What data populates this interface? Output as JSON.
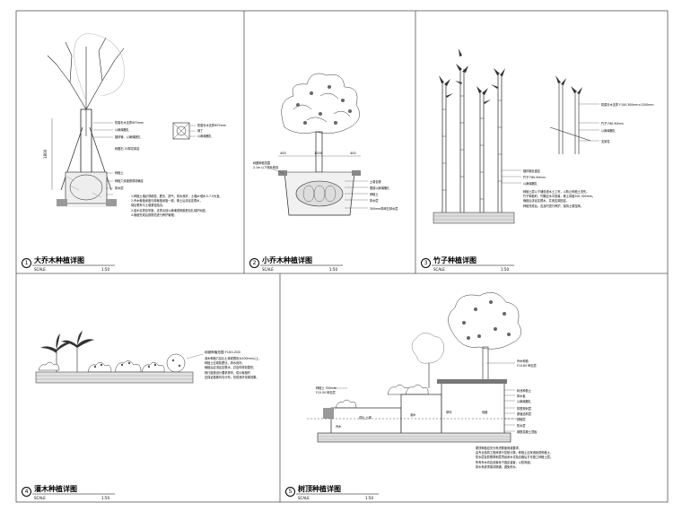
{
  "panels": [
    {
      "number": "1",
      "title": "大乔木种植详图",
      "scale": "1:50"
    },
    {
      "number": "2",
      "title": "小乔木种植详图",
      "scale": "1:50"
    },
    {
      "number": "3",
      "title": "竹子种植详图",
      "scale": "1:50"
    },
    {
      "number": "4",
      "title": "灌木种植详图",
      "scale": "1:50"
    },
    {
      "number": "5",
      "title": "树顶种植详图",
      "scale": "1:50"
    }
  ],
  "scale_prefix": "SCALE",
  "p1": {
    "labels": [
      "防腐杉木支撑Φ70mm",
      "以麻绳捆扎",
      "镀锌管，以麻绳捆扎",
      "树圈石 20厚花岗岩",
      "种植土",
      "种植穴深度按现场确定",
      "排水层"
    ],
    "dim": "1800",
    "inset_labels": [
      "防腐杉木支撑Φ70mm",
      "钢丁",
      "以麻绳捆扎"
    ],
    "notes": [
      "1.种植土壤必须疏松、肥沃、透气，排水良好，土壤pH值6.5-7.5为宜。",
      "2.乔木栽植深度与原栽植深度一致，覆土后浇足定根水，",
      "  保证根系与土壤紧密结合。",
      "3.苗木支撑应牢固，支撑点处以麻绳或橡胶垫包扎保护树皮。",
      "4.栽植完成后按规范进行养护管理。"
    ]
  },
  "p2": {
    "left_labels": [
      "树圈种植范围",
      "2.1m 以下枝叶修剪"
    ],
    "right_labels": [
      "土壤包裹",
      "根部以麻绳捆扎",
      "种植土",
      "排水层",
      "300mm厚碎石排水层"
    ],
    "dims": [
      "400",
      "1200",
      "400"
    ]
  },
  "p3": {
    "right_labels_top": [
      "防腐杉木支撑 F100-300mm×1200mm",
      "竹子 F80-90mm",
      "以麻绳捆扎",
      "支架柱"
    ],
    "mid_labels": [
      "镀锌钢丝固定",
      "竹子 F80-90mm",
      "以麻绳捆扎"
    ],
    "notes": [
      "种植土层以下铺设透水土工布，以防止种植土流失。",
      "竹子种植时，竹鞭应水平放置，覆土厚度200-300mm。",
      "栽植后浇足定根水，并用支架固定。",
      "种植完成后，应及时进行养护，保持土壤湿润。"
    ]
  },
  "p4": {
    "labels": [
      "地被种植范围 F100-200"
    ],
    "notes": [
      "灌木种植穴应比土球或根系大200mm以上，",
      "种植土应疏松肥沃，排水良好。",
      "栽植后应浇足定根水，并及时修剪整形。",
      "株行距按设计要求排列，成片栽植时",
      "应保证植株均匀分布，形成良好景观效果。"
    ]
  },
  "p5": {
    "top_labels": [
      "种植土 300mm",
      "F10-50 碎石层"
    ],
    "right_labels": [
      "树池种植土",
      "排水板",
      "以麻绳捆扎",
      "防根穿刺层",
      "屋面结构层",
      "找坡层",
      "防水层",
      "钢筋混凝土顶板"
    ],
    "top_right_labels": [
      "乔木种植",
      "F10-80 碎石层"
    ],
    "section_labels": [
      "乔木",
      "花坛 土球",
      "灌木",
      "草坪",
      "地被"
    ],
    "notes": [
      "屋顶种植应充分考虑屋面荷载要求，",
      "由专业结构工程师进行复核计算。种植土应采用轻质种植土，",
      "防水层及防根穿刺层须经闭水试验合格后方可施工种植土层。",
      "所有乔木均应设置地下固定装置，以防风倒。",
      "排水系统须保持畅通，避免积水。"
    ]
  }
}
